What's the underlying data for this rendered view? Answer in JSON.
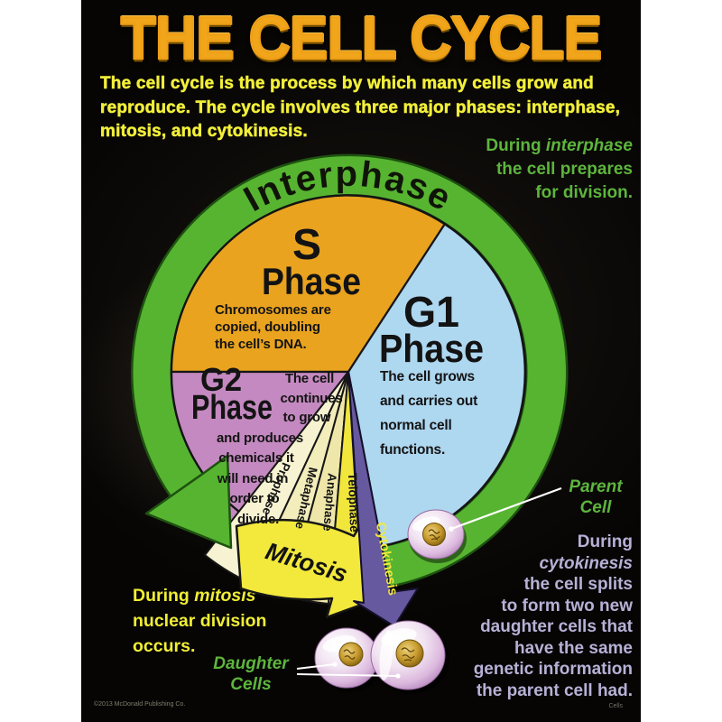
{
  "poster": {
    "title": "THE CELL CYCLE",
    "intro": "The cell cycle is the process by which many cells grow and\nreproduce. The cycle involves three major phases: interphase,\nmitosis, and cytokinesis.",
    "copyright": "©2013 McDonald Publishing Co.",
    "catalog_code": "Cells"
  },
  "ring": {
    "label": "Interphase"
  },
  "pie": {
    "s": {
      "title_line1": "S",
      "title_line2": "Phase",
      "desc_lines": [
        "Chromosomes are",
        "copied, doubling",
        "the cell’s DNA."
      ]
    },
    "g1": {
      "title_line1": "G1",
      "title_line2": "Phase",
      "desc_lines": [
        "The cell grows",
        "and carries out",
        "normal cell",
        "functions."
      ]
    },
    "g2": {
      "title_line1": "G2",
      "title_line2": "Phase",
      "desc_a": [
        "The cell",
        "continues",
        "to grow"
      ],
      "desc_b": [
        "and produces",
        "chemicals it",
        "will need in",
        "order to",
        "divide."
      ]
    },
    "mitosis_wedges": [
      "Prophase",
      "Metaphase",
      "Anaphase",
      "Telophase"
    ],
    "mitosis_label": "Mitosis",
    "cytokinesis_label": "Cytokinesis"
  },
  "notes": {
    "interphase": {
      "prefix": "During ",
      "keyword": "interphase",
      "rest": "\nthe cell prepares\nfor division."
    },
    "mitosis": {
      "prefix": "During ",
      "keyword": "mitosis",
      "rest": "\nnuclear division\noccurs."
    },
    "cytokinesis": {
      "prefix": "During\n",
      "keyword": "cytokinesis",
      "rest": "\nthe cell splits\nto form two new\ndaughter cells that\nhave the same\ngenetic information\nthe parent cell had."
    }
  },
  "callouts": {
    "parent": "Parent\nCell",
    "daughter": "Daughter\nCells"
  },
  "colors": {
    "title_gold": "#f0a51b",
    "intro_yellow": "#f2ef3a",
    "interphase_text_green": "#5db53d",
    "mitosis_text_yellow": "#f0ee35",
    "cytokinesis_text_lavender": "#b7b1d6",
    "ring_green": "#57b431",
    "s_orange": "#e9a31f",
    "g1_blue": "#aed7f0",
    "g2_orchid": "#c489c0",
    "prophase_cream": "#f7f3d2",
    "metaphase_cream": "#f3edbb",
    "anaphase_cream": "#efe7a9",
    "telophase_yellow": "#f0e63c",
    "mitosis_arrow_yellow": "#f2e93c",
    "cytokinesis_purple": "#67599f",
    "cytokinesis_label_yellow": "#f2e93c"
  }
}
